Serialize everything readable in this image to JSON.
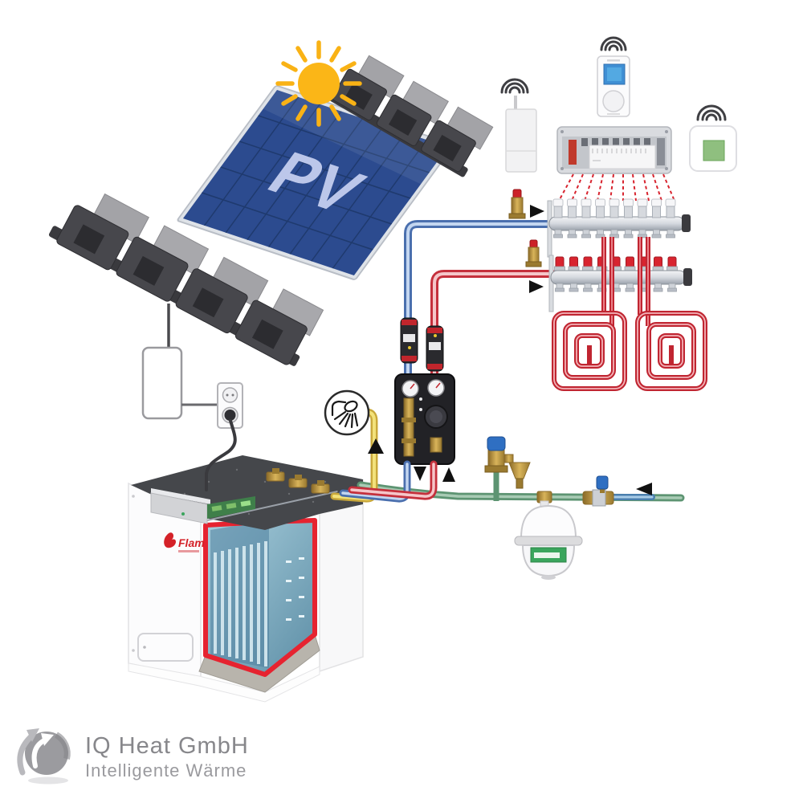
{
  "branding": {
    "company": "IQ Heat GmbH",
    "tagline": "Intelligente Wärme"
  },
  "pv_panel": {
    "label": "PV"
  },
  "storage_tank": {
    "brand_label": "Flam"
  },
  "colors": {
    "sun_yellow": "#FBB617",
    "panel_blue": "#2C4B8F",
    "pipe_heating_supply_red": "#C5303C",
    "pipe_heating_return_blue": "#4A6FAE",
    "pipe_cold_water_green": "#5D9472",
    "pipe_dhw_yellow": "#E8C73E",
    "floor_loop_red": "#C02531",
    "manifold_silver": "#C9CDD3",
    "valve_cap_blue": "#2F6FC2",
    "vessel_label_green": "#3AA55C",
    "wiring_red": "#D8242F",
    "logo_gray": "#87878B"
  },
  "icons": {
    "sun": "sun-with-rays",
    "wifi": "wifi-arcs",
    "shower": "shower-head-spray",
    "flow_arrow": "black-triangle",
    "globe": "swirl-globe"
  }
}
